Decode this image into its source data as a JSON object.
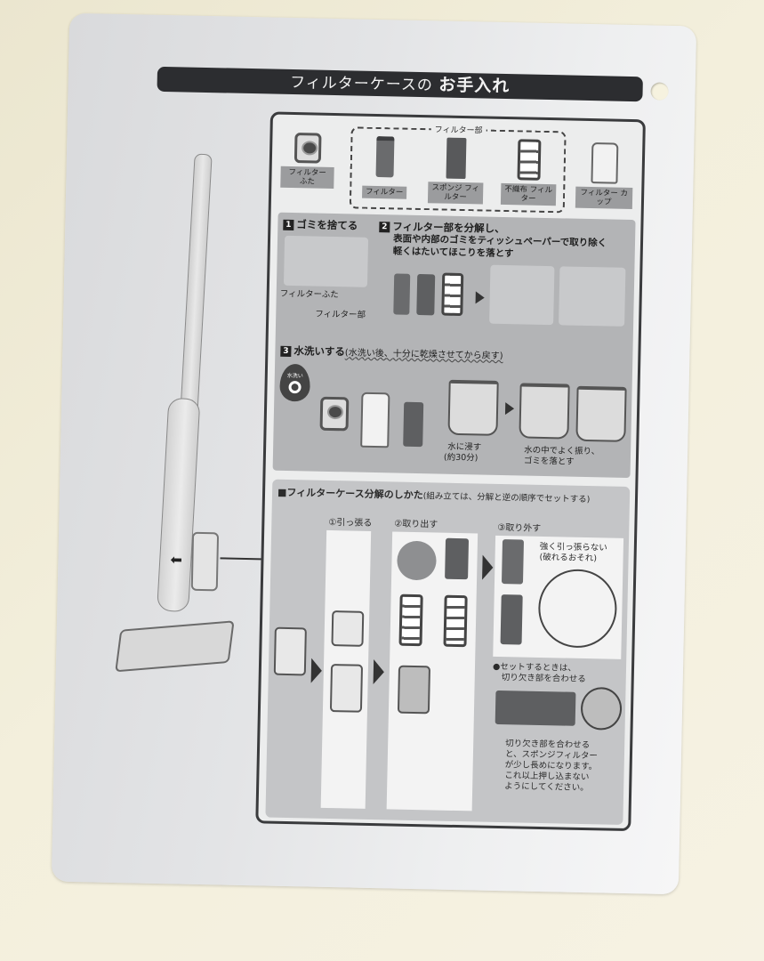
{
  "title": {
    "prefix": "フィルターケースの",
    "main": "お手入れ"
  },
  "parts": {
    "group_label": "フィルター部",
    "items": [
      {
        "label": "フィルター ふた",
        "icon": "filter-lid-icon"
      },
      {
        "label": "フィルター",
        "icon": "filter-icon"
      },
      {
        "label": "スポンジ フィルター",
        "icon": "sponge-filter-icon"
      },
      {
        "label": "不織布 フィルター",
        "icon": "nonwoven-filter-icon"
      },
      {
        "label": "フィルター カップ",
        "icon": "filter-cup-icon"
      }
    ]
  },
  "steps": [
    {
      "number": "1",
      "heading": "ゴミを捨てる",
      "callouts": [
        "フィルターふた",
        "フィルター部"
      ]
    },
    {
      "number": "2",
      "heading": "フィルター部を分解し、",
      "lines": [
        "表面や内部のゴミをティッシュペーパーで取り除く",
        "軽くはたいてほこりを落とす"
      ]
    },
    {
      "number": "3",
      "heading": "水洗いする",
      "sub": "(水洗い後、十分に乾燥させてから戻す)",
      "badge": {
        "label": "水洗い",
        "icon": "water-drop-icon"
      },
      "captions": [
        "水に浸す",
        "(約30分)",
        "水の中でよく振り、",
        "ゴミを落とす"
      ]
    }
  ],
  "disassembly": {
    "heading": "■フィルターケース分解のしかた",
    "heading_note": "(組み立ては、分解と逆の順序でセットする)",
    "stages": [
      {
        "label": "①引っ張る"
      },
      {
        "label": "②取り出す"
      },
      {
        "label": "③取り外す"
      }
    ],
    "warning": [
      "強く引っ張らない",
      "(破れるおそれ)"
    ],
    "set_note": [
      "●セットするときは、",
      "切り欠き部を合わせる"
    ],
    "detail_note": [
      "切り欠き部を合わせる",
      "と、スポンジフィルター",
      "が少し長めになります。",
      "これ以上押し込まない",
      "ようにしてください。"
    ]
  },
  "colors": {
    "title_bar": "#2c2d30",
    "panel_border": "#3a3b3d",
    "label_bg": "#9b9c9e",
    "steps_bg": "#b3b4b6",
    "section_bg": "#c4c5c7"
  }
}
